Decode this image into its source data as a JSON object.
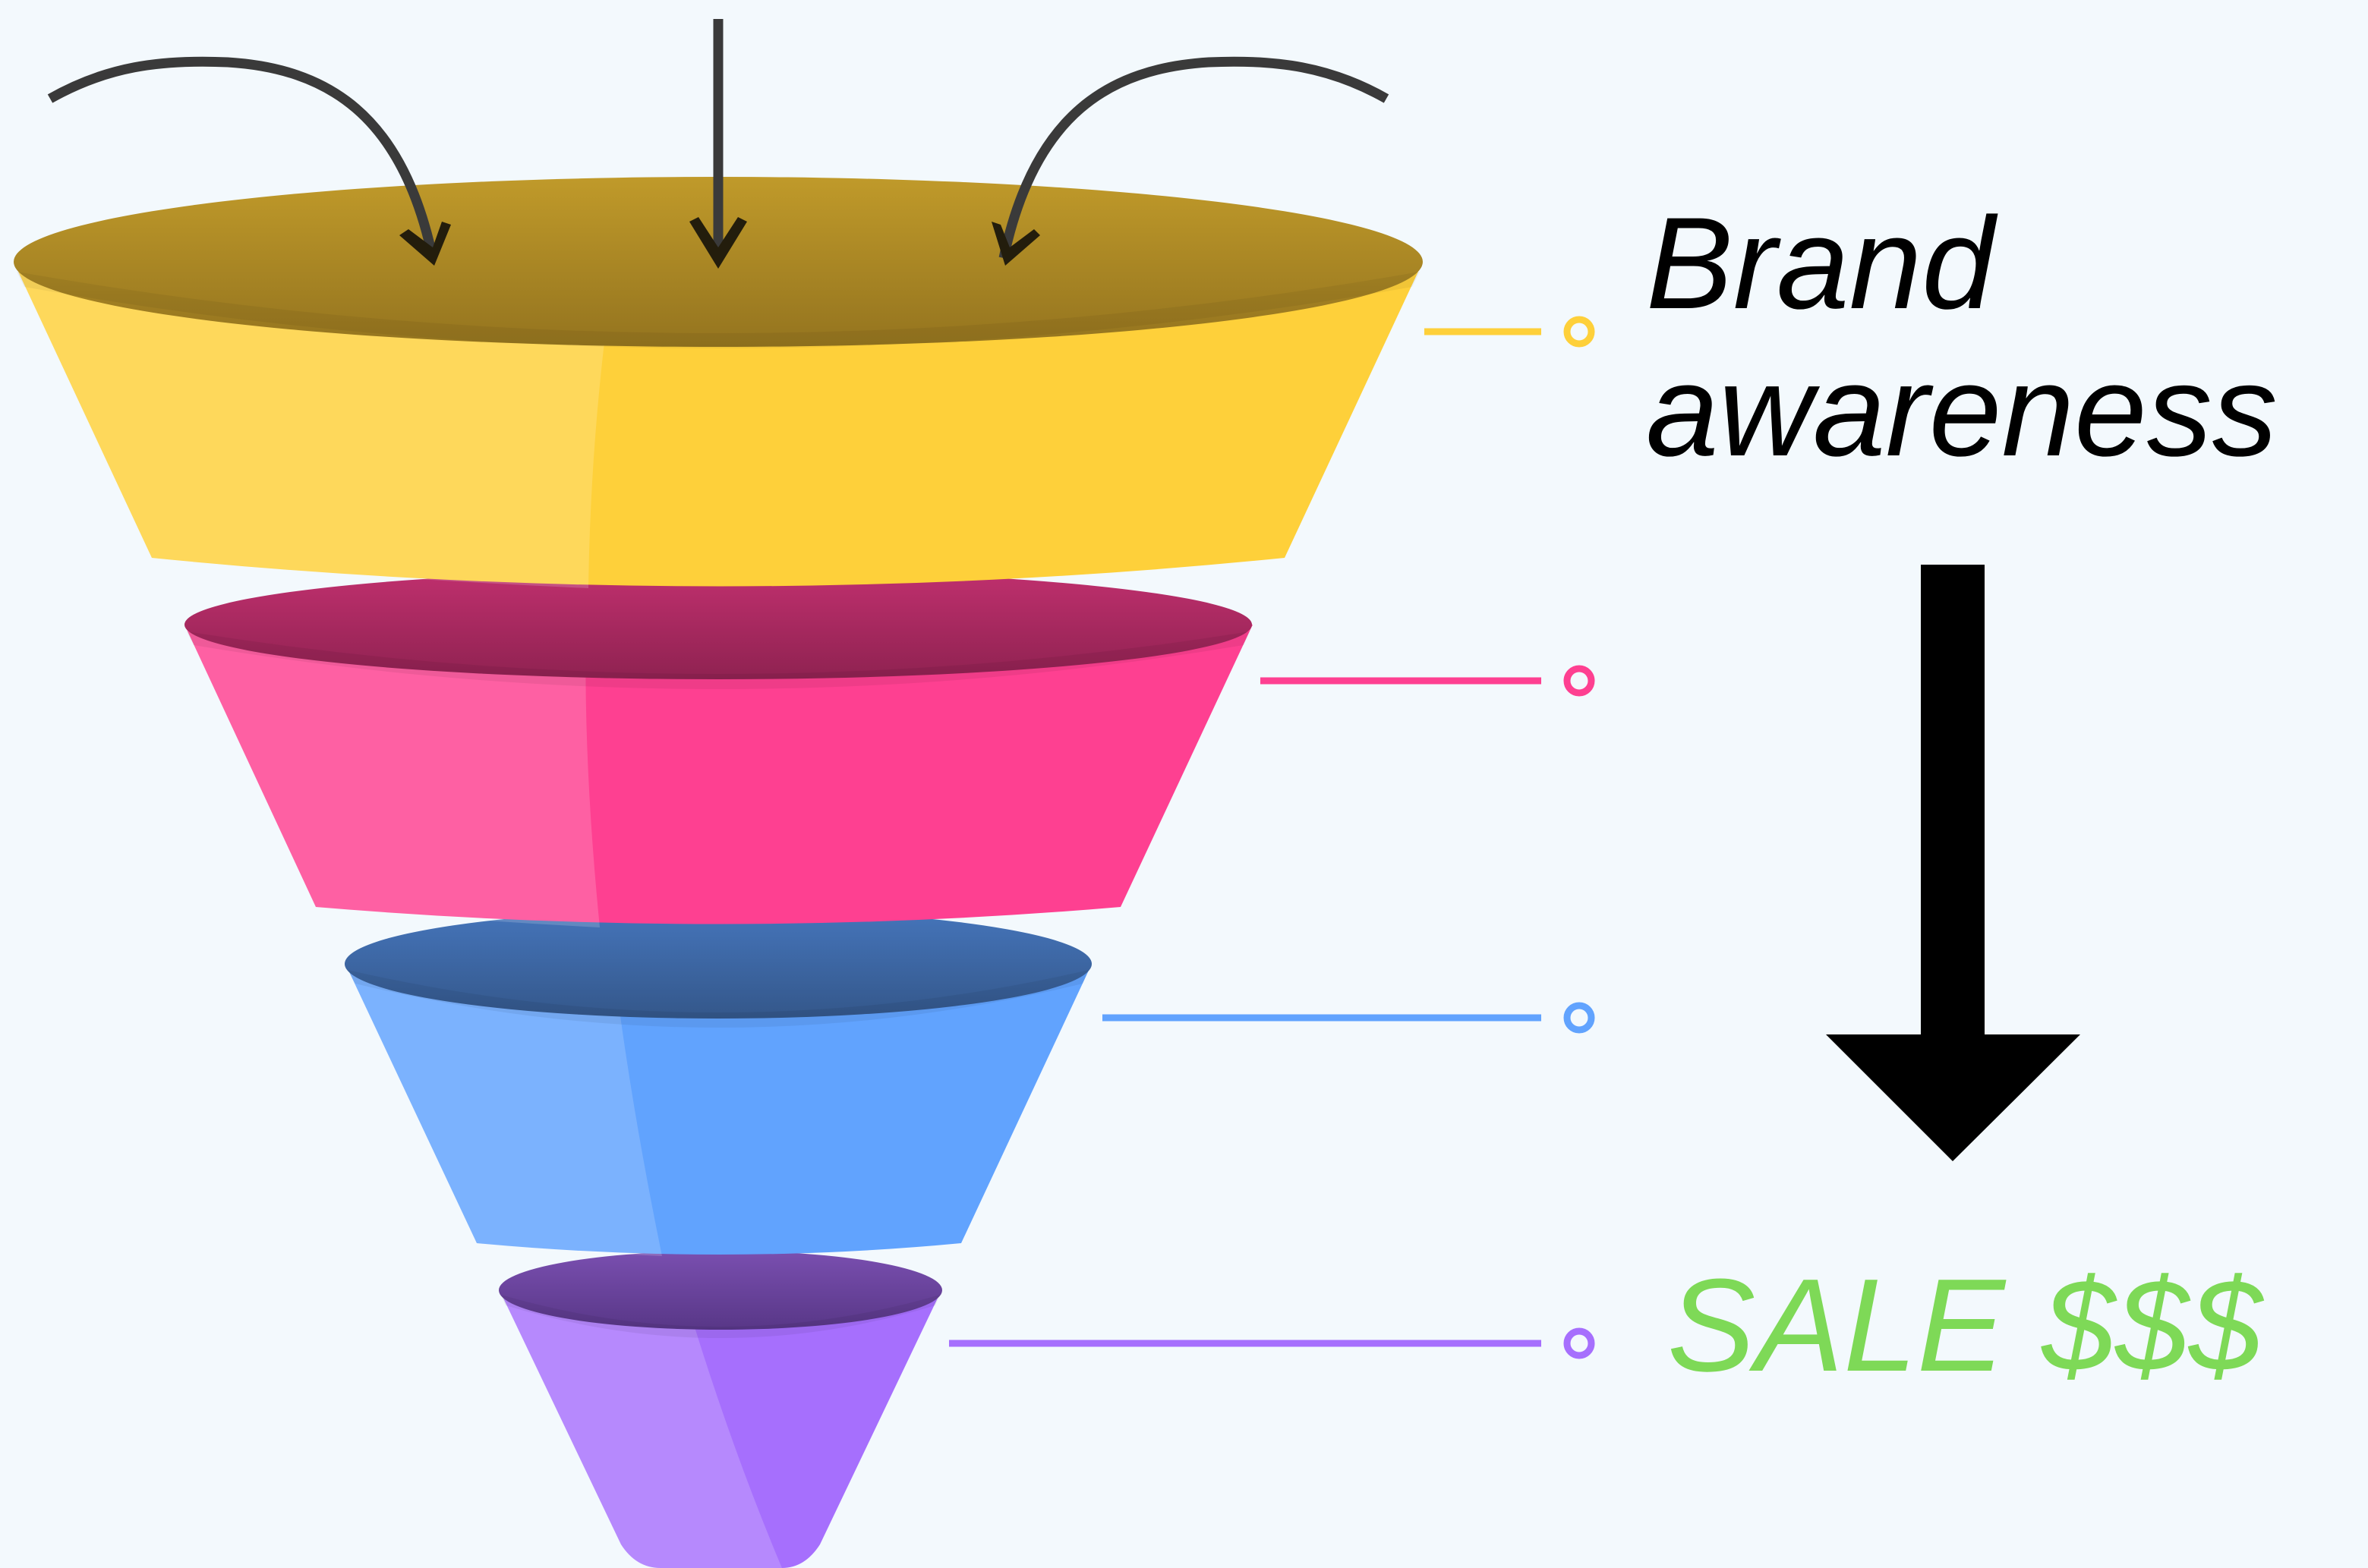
{
  "labels": {
    "top_line1": "Brand",
    "top_line2": "awareness",
    "bottom": "SALE $$$"
  },
  "stages": [
    {
      "name": "stage-1-top",
      "color": "#fed03a",
      "rim_dark": "#9b7a22",
      "rim_light": "#c09a2a",
      "text": "Brand awareness"
    },
    {
      "name": "stage-2",
      "color": "#fe4091",
      "rim_dark": "#962456",
      "rim_light": "#c0306e",
      "text": ""
    },
    {
      "name": "stage-3",
      "color": "#61a3fe",
      "rim_dark": "#36598e",
      "rim_light": "#4477bb",
      "text": ""
    },
    {
      "name": "stage-4-bottom",
      "color": "#a66ffd",
      "rim_dark": "#5c3a8e",
      "rim_light": "#7a4fb0",
      "text": "SALE $$$"
    }
  ],
  "colors": {
    "background": "#f3f9fd",
    "label_text": "#000000",
    "sale_text": "#7ed957",
    "arrows": "#3a3a3a",
    "big_arrow": "#000000"
  },
  "icons": [
    "curved-arrow-left-icon",
    "straight-arrow-down-icon",
    "curved-arrow-right-icon",
    "big-down-arrow-icon"
  ]
}
